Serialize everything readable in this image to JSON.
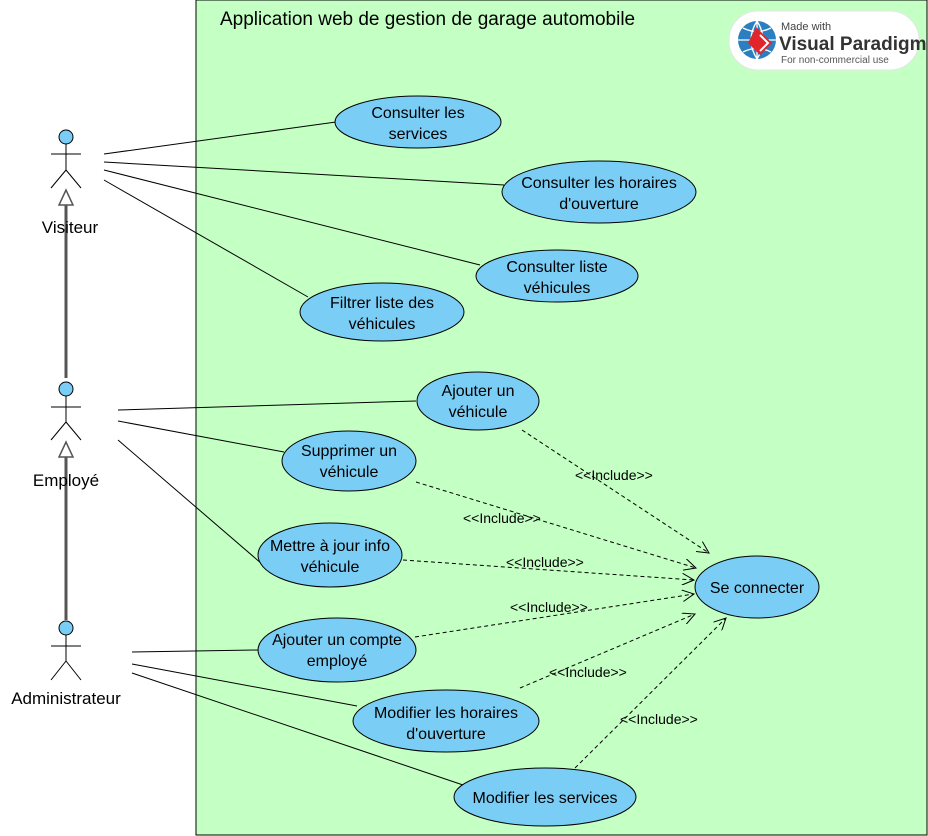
{
  "system": {
    "title": "Application web de gestion de garage automobile",
    "fill": "#c4ffc4"
  },
  "badge": {
    "line1": "Made with",
    "line2": "Visual Paradigm",
    "line3": "For non-commercial use"
  },
  "colors": {
    "usecase_fill": "#7acdf4",
    "line": "#000000",
    "generalization": "#555555"
  },
  "actors": {
    "visiteur": {
      "name": "Visiteur"
    },
    "employe": {
      "name": "Employé"
    },
    "admin": {
      "name": "Administrateur"
    }
  },
  "usecases": {
    "consulter_services": [
      "Consulter les",
      "services"
    ],
    "consulter_horaires": [
      "Consulter les horaires",
      "d'ouverture"
    ],
    "consulter_liste": [
      "Consulter liste",
      "véhicules"
    ],
    "filtrer_liste": [
      "Filtrer liste des",
      "véhicules"
    ],
    "ajouter_vehicule": [
      "Ajouter un",
      "véhicule"
    ],
    "supprimer_vehicule": [
      "Supprimer un",
      "véhicule"
    ],
    "maj_vehicule": [
      "Mettre à jour info",
      "véhicule"
    ],
    "se_connecter": [
      "Se connecter"
    ],
    "ajouter_compte": [
      "Ajouter un compte",
      "employé"
    ],
    "modifier_horaires": [
      "Modifier les horaires",
      "d'ouverture"
    ],
    "modifier_services": [
      "Modifier les services"
    ]
  },
  "include_label": "<<Include>>"
}
